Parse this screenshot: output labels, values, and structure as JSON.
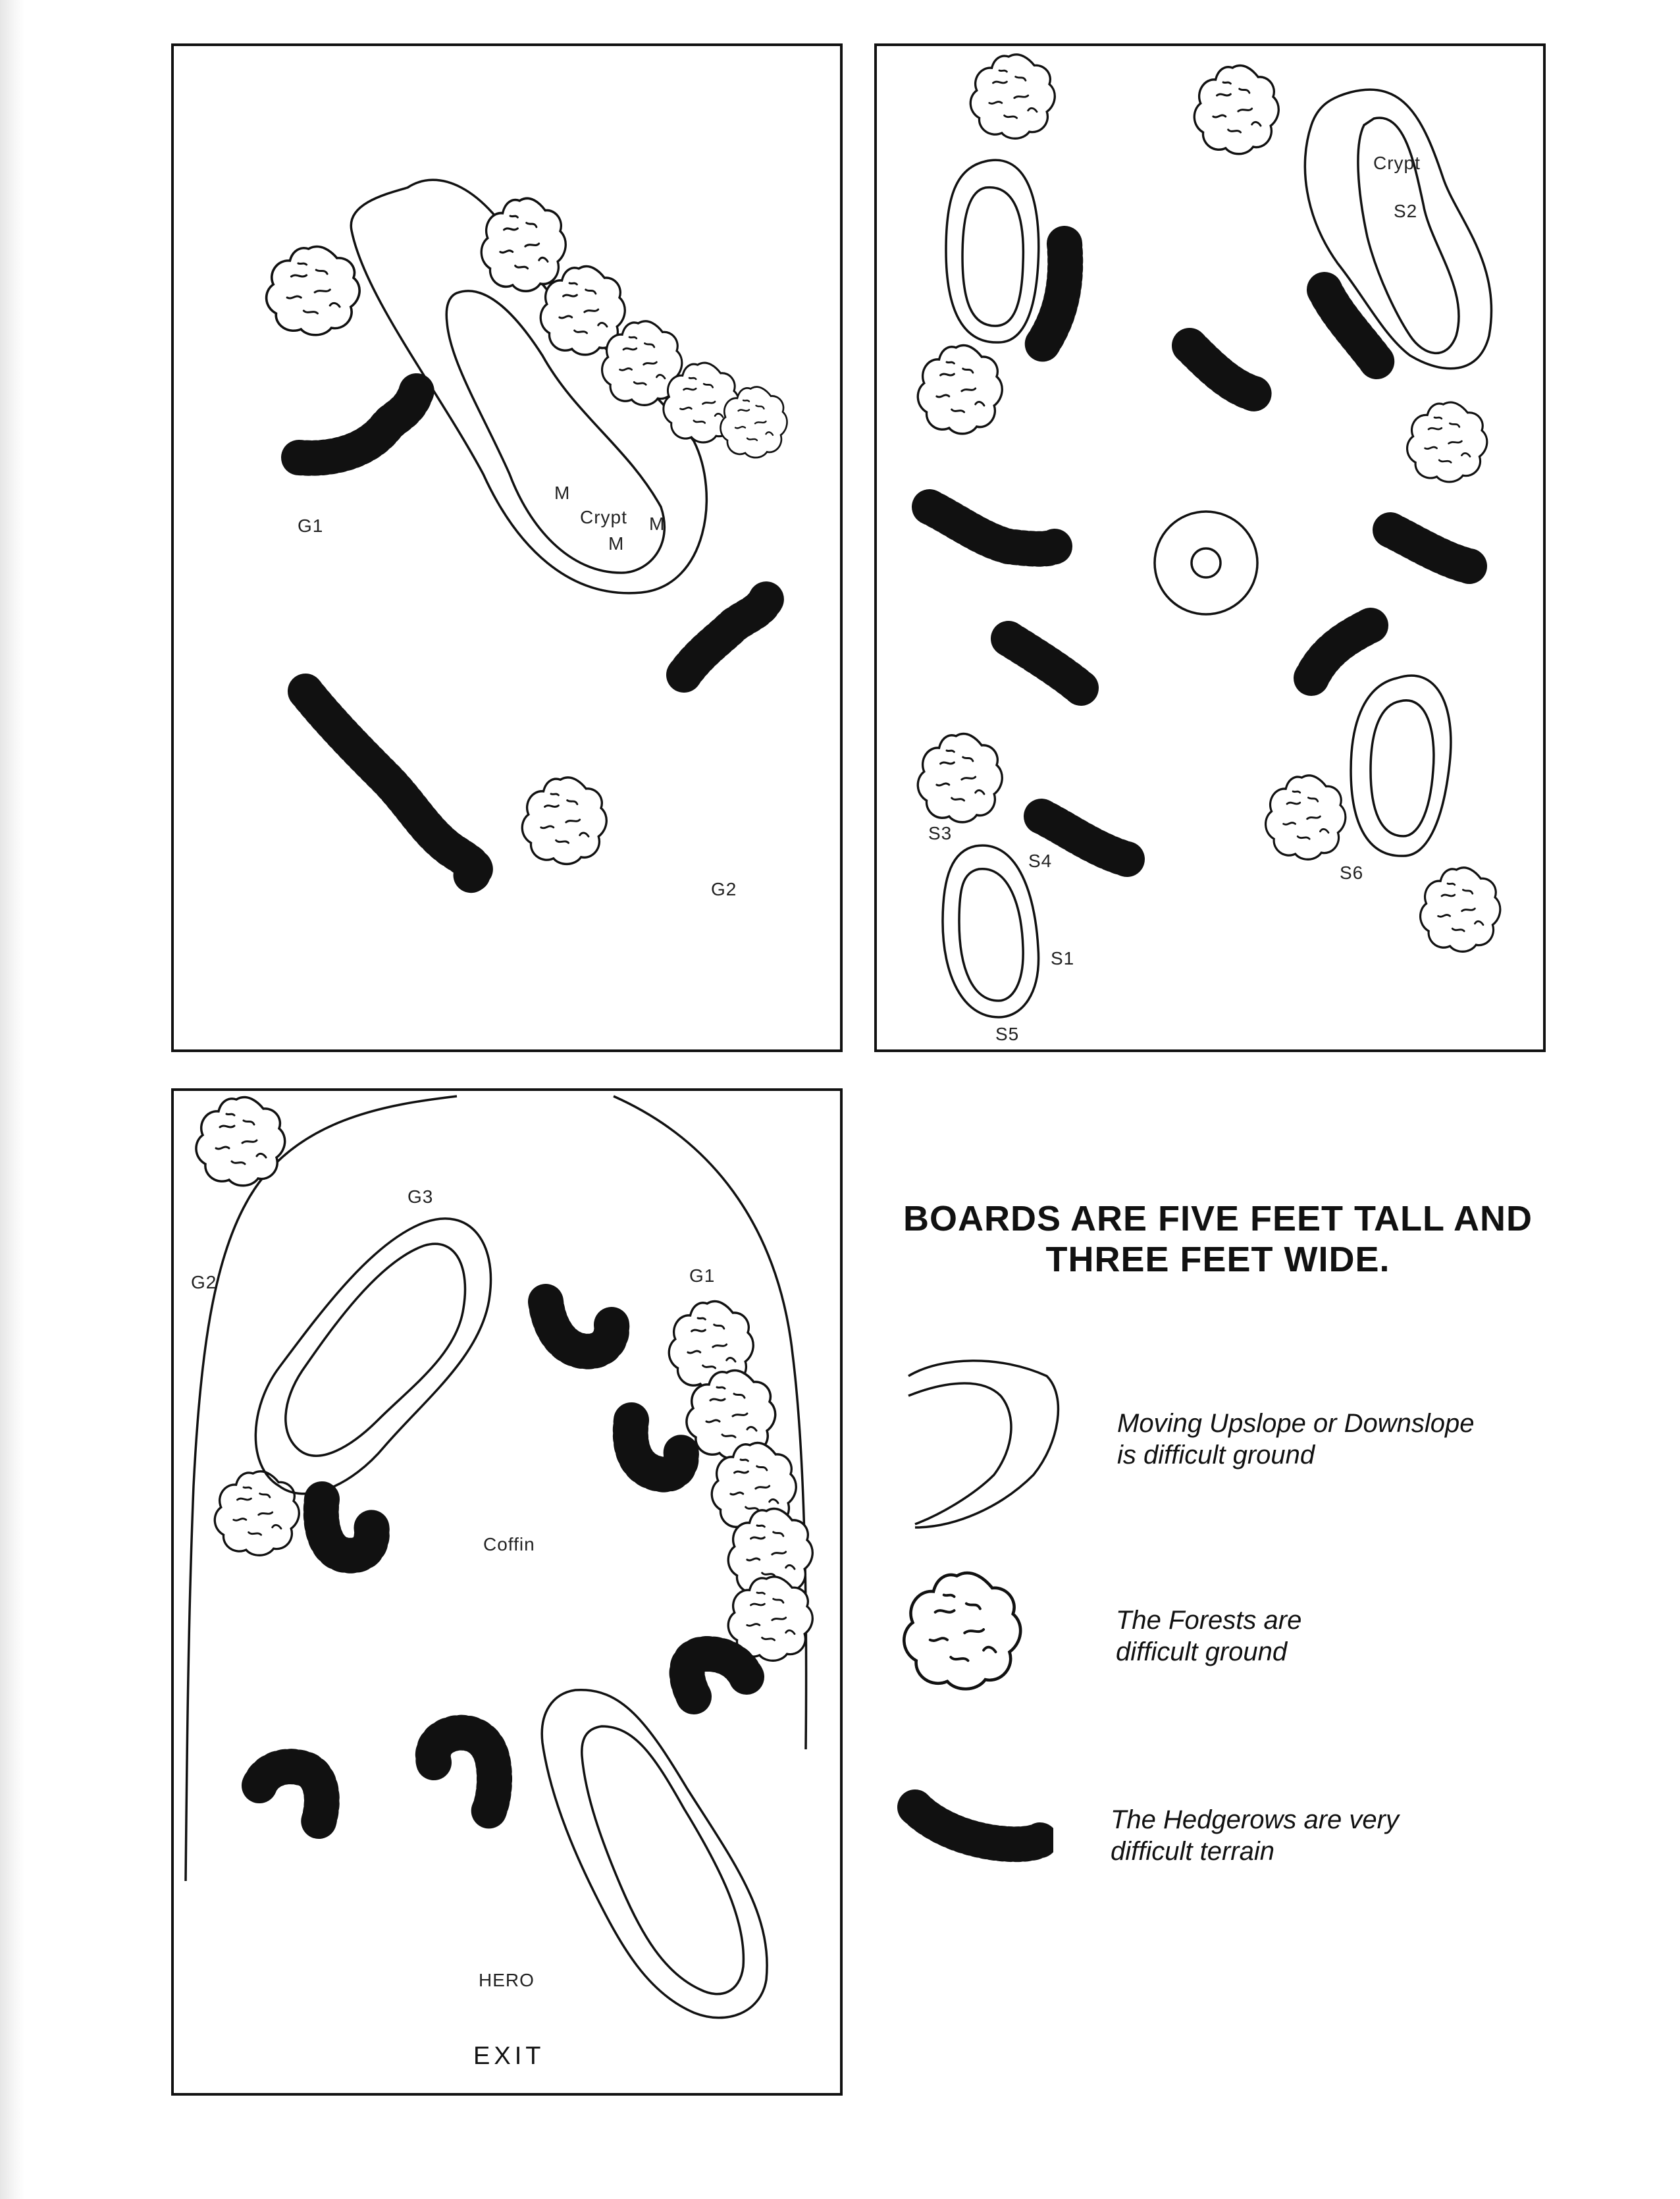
{
  "boards": {
    "top_left": {
      "labels": {
        "g1": "G1",
        "g2": "G2",
        "crypt": "Crypt",
        "m1": "M",
        "m2": "M",
        "m3": "M"
      }
    },
    "top_right": {
      "labels": {
        "crypt": "Crypt",
        "s1": "S1",
        "s2": "S2",
        "s3": "S3",
        "s4": "S4",
        "s5": "S5",
        "s6": "S6"
      }
    },
    "bottom_left": {
      "labels": {
        "g1": "G1",
        "g2": "G2",
        "g3": "G3",
        "coffin": "Coffin",
        "hero": "HERO",
        "exit": "EXIT"
      }
    }
  },
  "title": "BOARDS ARE FIVE FEET TALL AND THREE FEET WIDE.",
  "legend": [
    {
      "icon": "slope-contour-icon",
      "text": "Moving Upslope or Downslope\nis difficult ground"
    },
    {
      "icon": "forest-icon",
      "text": "The Forests are\ndifficult ground"
    },
    {
      "icon": "hedgerow-icon",
      "text": "The Hedgerows are very\ndifficult terrain"
    }
  ]
}
